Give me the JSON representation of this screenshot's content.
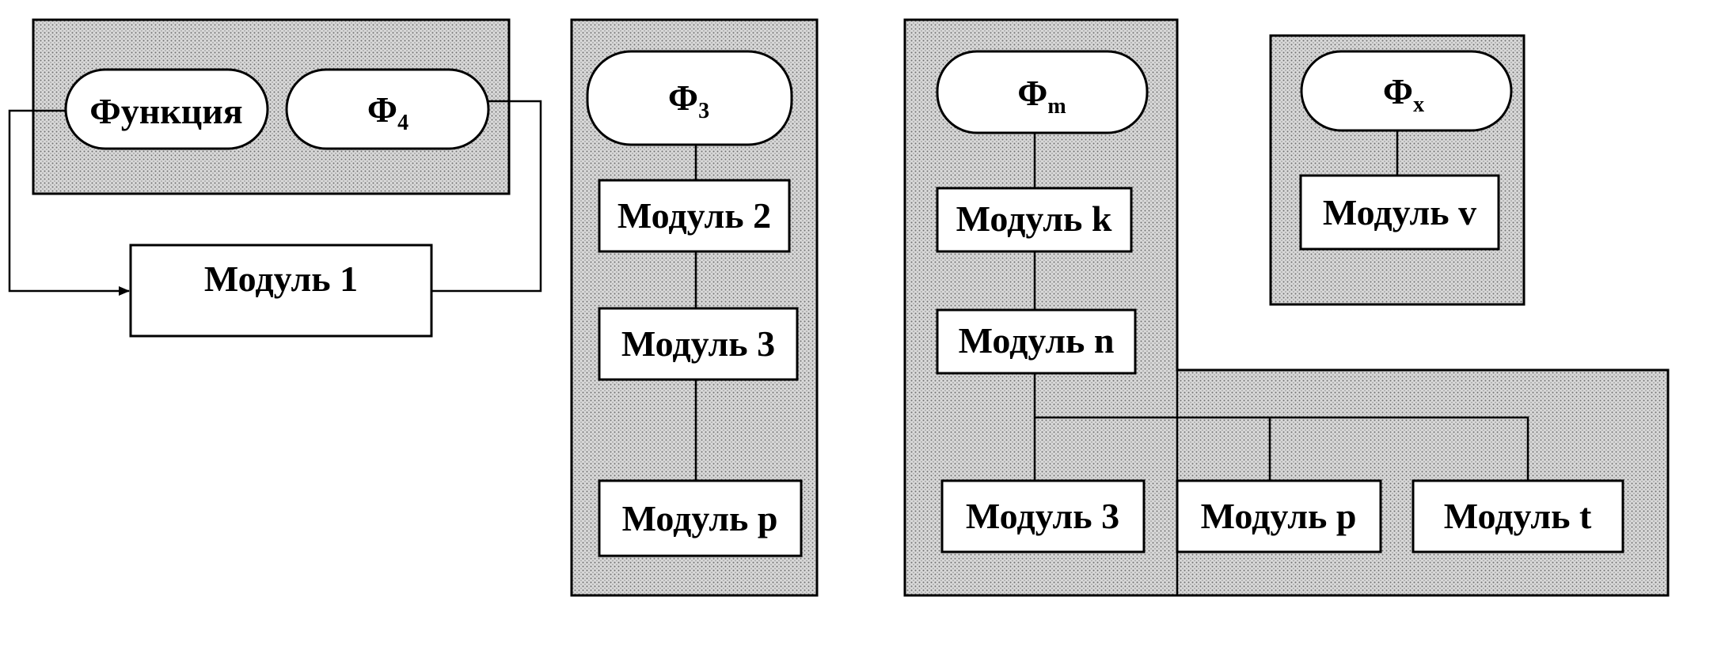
{
  "group_a": {
    "func_label": "Функция",
    "phi4": {
      "symbol": "Φ",
      "subscript": "4"
    },
    "module1": "Модуль 1"
  },
  "group_b": {
    "phi3": {
      "symbol": "Φ",
      "subscript": "3"
    },
    "modules": [
      "Модуль 2",
      "Модуль 3",
      "Модуль p"
    ]
  },
  "group_c": {
    "phim": {
      "symbol": "Φ",
      "subscript": "m"
    },
    "modules": [
      "Модуль k",
      "Модуль n",
      "Модуль 3",
      "Модуль p",
      "Модуль t"
    ]
  },
  "group_d": {
    "phix": {
      "symbol": "Φ",
      "subscript": "x"
    },
    "module": "Модуль v"
  }
}
